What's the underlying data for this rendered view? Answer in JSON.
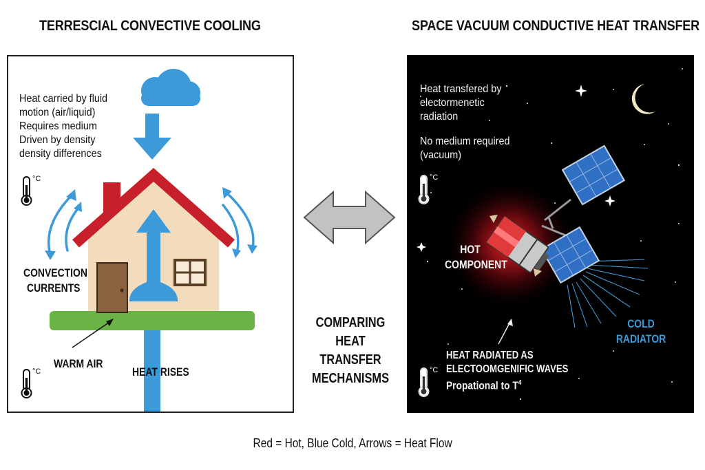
{
  "left": {
    "title": "TERRESCIAL CONVECTIVE COOLING",
    "desc": [
      "Heat carried by fluid",
      "motion (air/liquid)",
      "Requires medium",
      "Driven by density",
      "density differences"
    ],
    "therm_unit_top": "°C",
    "therm_unit_bottom": "°C",
    "convection": [
      "CONVECTION",
      "CURRENTS"
    ],
    "warm_air": "WARM AIR",
    "heat_rises": "HEAT RISES"
  },
  "center": {
    "caption": [
      "COMPARING",
      "HEAT",
      "TRANSFER",
      "MECHANISMS"
    ]
  },
  "right": {
    "title": "SPACE VACUUM CONDUCTIVE HEAT TRANSFER",
    "desc1": [
      "Heat transfered by",
      "electormenetic",
      "radiation"
    ],
    "desc2": [
      "No medium required",
      "(vacuum)"
    ],
    "therm_unit_top": "°C",
    "therm_unit_bottom": "°C",
    "hot": [
      "HOT",
      "COMPONENT"
    ],
    "cold": [
      "COLD",
      "RADIATOR"
    ],
    "radiated": [
      "HEAT RADIATED AS",
      "ELECTOOMGENIFIC WAVES"
    ],
    "proportional": "Propational to T",
    "exponent": "4"
  },
  "legend": "Red = Hot, Blue Cold, Arrows = Heat Flow",
  "colors": {
    "roof": "#c8202a",
    "house_wall": "#f3dcbc",
    "ground": "#6ab446",
    "air_blue": "#3d9ad8",
    "door": "#8a6240",
    "hot_glow": "#e0141e",
    "solar_panel": "#2f6fc4",
    "arrow_grey": "#c2c2c2"
  }
}
